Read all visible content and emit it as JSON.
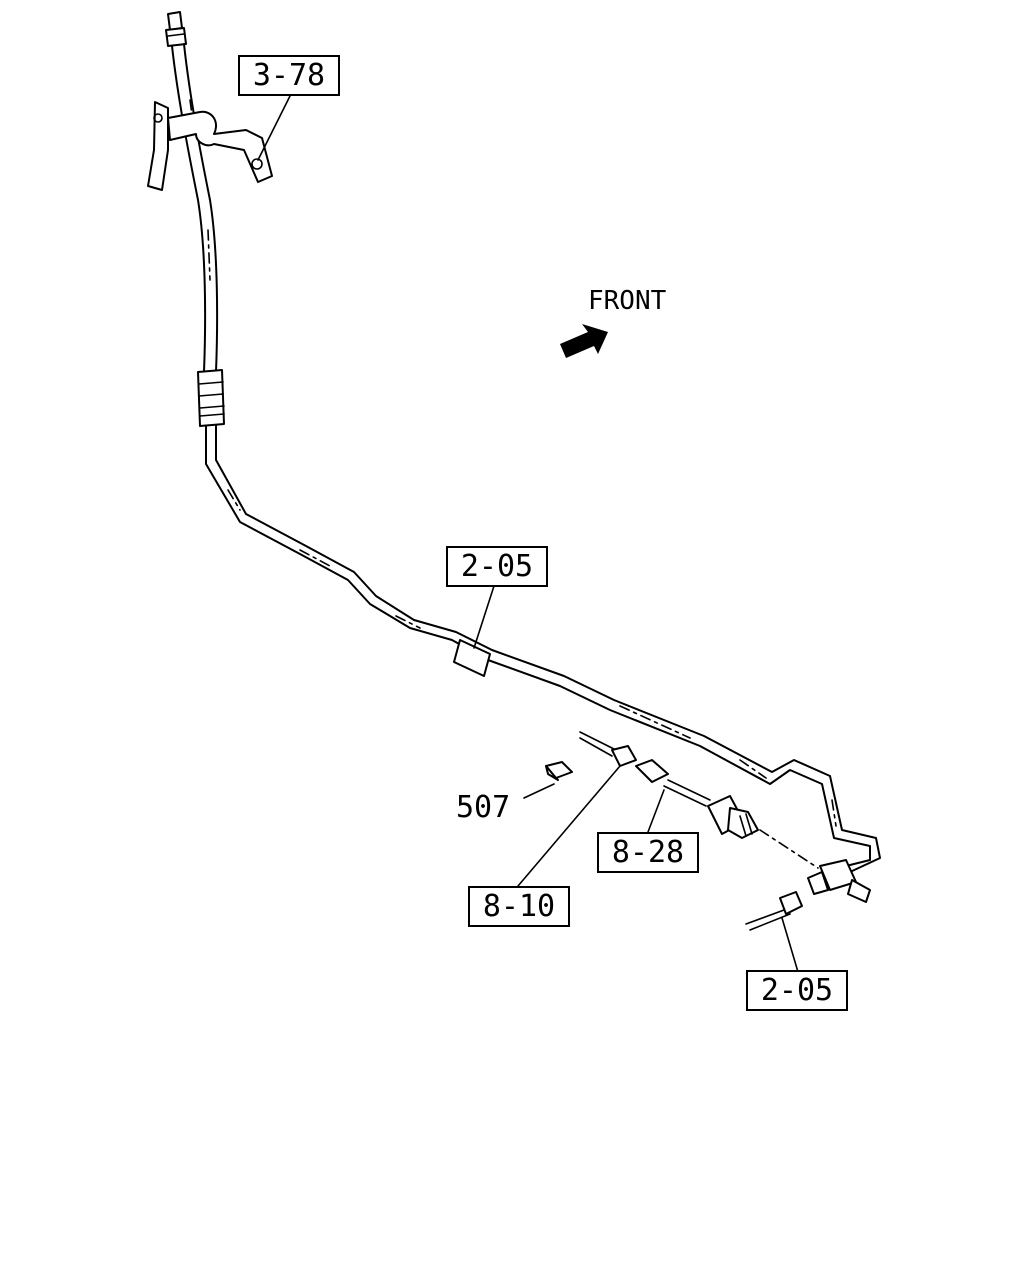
{
  "direction_label": "FRONT",
  "callouts": {
    "bracket_ref": "3-78",
    "pipe_ref": "2-05",
    "sensor_ref": "8-28",
    "connector_ref": "8-10",
    "clip_ref": "507",
    "bolt_ref": "2-05"
  },
  "icons": {
    "front_arrow": "arrow-upright-icon"
  },
  "colors": {
    "line": "#000000",
    "background": "#ffffff"
  }
}
